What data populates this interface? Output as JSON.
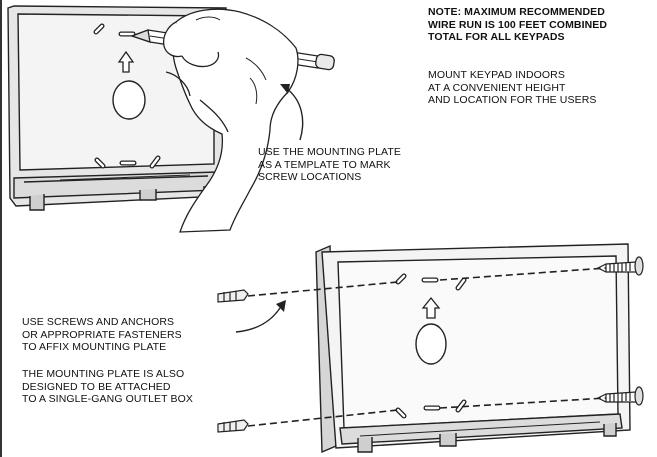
{
  "note": {
    "lines": [
      "NOTE: MAXIMUM RECOMMENDED",
      "WIRE RUN IS 100 FEET COMBINED",
      "TOTAL FOR ALL KEYPADS"
    ]
  },
  "mount_indoors": {
    "lines": [
      "MOUNT KEYPAD INDOORS",
      "AT A CONVENIENT HEIGHT",
      "AND LOCATION FOR THE USERS"
    ]
  },
  "template_caption": {
    "lines": [
      "USE THE MOUNTING PLATE",
      "AS A TEMPLATE TO MARK",
      "SCREW LOCATIONS"
    ]
  },
  "screws_caption": {
    "lines": [
      "USE SCREWS AND ANCHORS",
      "OR APPROPRIATE FASTENERS",
      "TO AFFIX MOUNTING PLATE"
    ]
  },
  "outlet_caption": {
    "lines": [
      "THE MOUNTING PLATE IS ALSO",
      "DESIGNED TO BE ATTACHED",
      "TO A SINGLE-GANG OUTLET BOX"
    ]
  },
  "colors": {
    "line": "#222222",
    "plate_fill": "#f4f4f4",
    "shade": "#d8d8d8",
    "dark_edge": "#555555"
  }
}
